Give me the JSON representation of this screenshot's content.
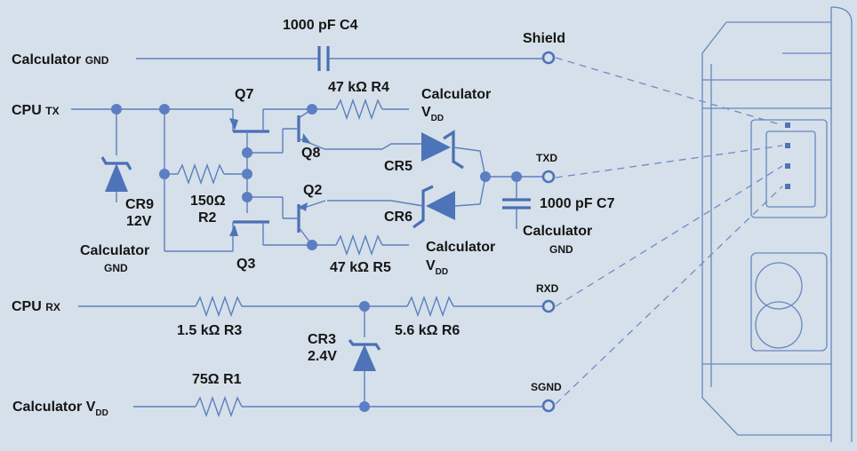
{
  "labels": {
    "calc_gnd_in": {
      "main": "Calculator",
      "small": "GND"
    },
    "cpu_tx": {
      "main": "CPU",
      "small": "TX"
    },
    "cpu_rx": {
      "main": "CPU",
      "small": "RX"
    },
    "calc_vdd_in": {
      "main": "Calculator V",
      "sub": "DD"
    },
    "c4": "1000 pF C4",
    "shield": "Shield",
    "r4": "47 kΩ R4",
    "vdd_top": {
      "line1": "Calculator",
      "line2": "V",
      "sub": "DD"
    },
    "q7": "Q7",
    "q8": "Q8",
    "cr5": "CR5",
    "txd": "TXD",
    "c7": "1000 pF C7",
    "gnd_c7": {
      "line1": "Calculator",
      "line2": "GND"
    },
    "cr9": {
      "line1": "CR9",
      "line2": "12V"
    },
    "r2": {
      "line1": "150Ω",
      "line2": "R2"
    },
    "q2": "Q2",
    "cr6": "CR6",
    "gnd_left": {
      "line1": "Calculator",
      "line2": "GND"
    },
    "q3": "Q3",
    "r5": "47 kΩ R5",
    "vdd_mid": {
      "line1": "Calculator",
      "line2": "V",
      "sub": "DD"
    },
    "rxd": "RXD",
    "r3": "1.5 kΩ R3",
    "r6": "5.6 kΩ R6",
    "cr3": {
      "line1": "CR3",
      "line2": "2.4V"
    },
    "r1": "75Ω R1",
    "sgnd": "SGND"
  },
  "colors": {
    "background": "#d6e0ea",
    "wire": "#5c7fbe",
    "component": "#4d73b9",
    "text": "#151515"
  }
}
